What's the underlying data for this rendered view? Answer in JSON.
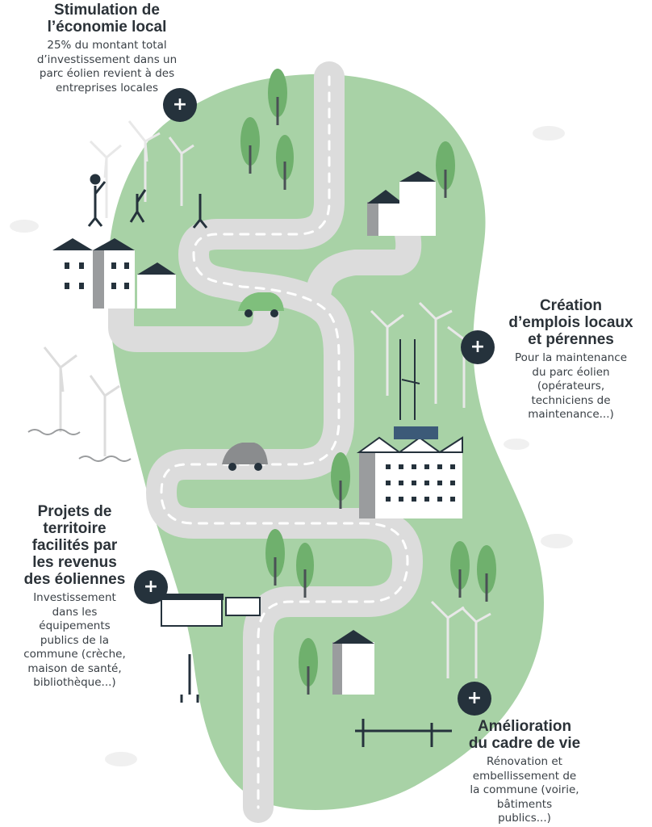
{
  "colors": {
    "green": "#a8d2a6",
    "dark": "#25323c",
    "road": "#dcdcdc",
    "tree": "#6fb06d",
    "gray": "#9a9c9e"
  },
  "blocks": [
    {
      "title_lines": [
        "Stimulation de",
        "l’économie local"
      ],
      "text_lines": [
        "25% du montant total",
        "d’investissement dans un",
        "parc éolien revient à des",
        "entreprises locales"
      ]
    },
    {
      "title_lines": [
        "Création",
        "d’emplois locaux",
        "et pérennes"
      ],
      "text_lines": [
        "Pour la maintenance",
        "du parc éolien",
        "(opérateurs,",
        "techniciens de",
        "maintenance...)"
      ]
    },
    {
      "title_lines": [
        "Projets de",
        "territoire",
        "facilités par",
        "les revenus",
        "des éoliennes"
      ],
      "text_lines": [
        "Investissement",
        "dans les",
        "équipements",
        "publics de la",
        "commune (crèche,",
        "maison de santé,",
        "bibliothèque...)"
      ]
    },
    {
      "title_lines": [
        "Amélioration",
        "du cadre de vie"
      ],
      "text_lines": [
        "Rénovation et",
        "embellissement de",
        "la commune (voirie,",
        "bâtiments",
        "publics...)"
      ]
    }
  ],
  "plus_label": "+"
}
